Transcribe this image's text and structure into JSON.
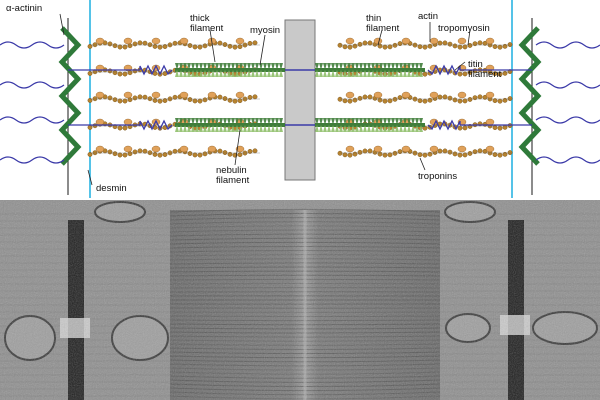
{
  "labels": {
    "alpha_actinin": "α-actinin",
    "desmin": "desmin",
    "thick_filament_l1": "thick",
    "thick_filament_l2": "filament",
    "myosin": "myosin",
    "thin_filament_l1": "thin",
    "thin_filament_l2": "filament",
    "actin": "actin",
    "tropomyosin": "tropomyosin",
    "titin_filament_l1": "titin",
    "titin_filament_l2": "filament",
    "nebulin_filament_l1": "nebulin",
    "nebulin_filament_l2": "filament",
    "troponins": "troponins"
  },
  "colors": {
    "thin_filament": "#b7832f",
    "troponin_blob": "#e0a15a",
    "myosin": "#3f7d3a",
    "myosin_light": "#8fbf6a",
    "titin": "#3b3aa8",
    "z_disk": "#2f7a3a",
    "desmin": "#55c3e8",
    "m_line": "#c9c9c9",
    "micrograph_bg": "#8c8c8c"
  }
}
